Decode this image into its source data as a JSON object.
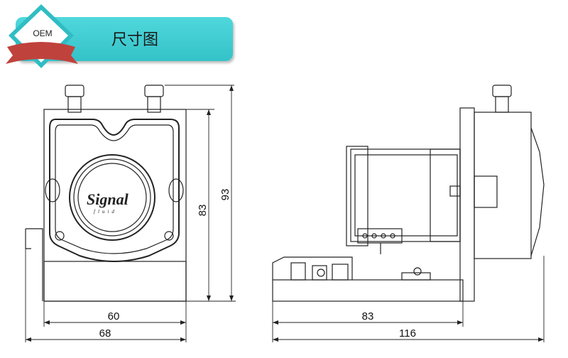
{
  "badge": {
    "label": "OEM"
  },
  "banner": {
    "title": "尺寸图"
  },
  "logo": {
    "brand": "Signal",
    "sub": "fluid"
  },
  "dimensions": {
    "front_height_inner": "83",
    "front_height_outer": "93",
    "front_width_inner": "60",
    "front_width_outer": "68",
    "side_width_inner": "83",
    "side_width_outer": "116"
  },
  "colors": {
    "banner": "#3fcfd4",
    "ribbon": "#c0423c",
    "line": "#222222"
  }
}
